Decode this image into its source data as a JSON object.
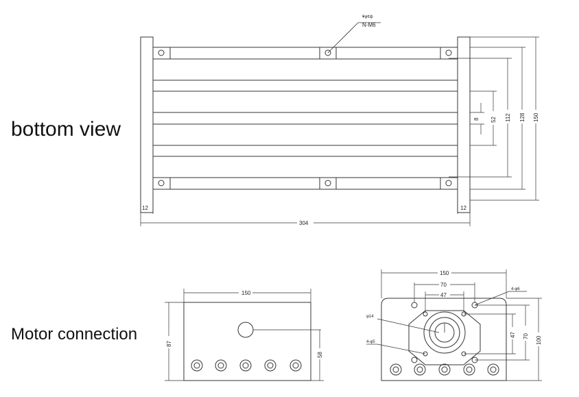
{
  "labels": {
    "bottom_view": "bottom view",
    "motor_connection": "Motor connection"
  },
  "bottom_view": {
    "note_top": "¥φ¢ф",
    "note_thread": "N-M6",
    "dim_width": "304",
    "dim_left_rail": "12",
    "dim_right_rail": "12",
    "dim_slot": "8",
    "dim_inner": "52",
    "dim_holes": "112",
    "dim_plate": "128",
    "dim_total": "150"
  },
  "motor_side": {
    "dim_width": "150",
    "dim_height": "87",
    "dim_center": "58"
  },
  "motor_front": {
    "dim_width": "150",
    "dim_pcd_outer": "70",
    "dim_pcd_inner": "47",
    "dim_height": "100",
    "dim_vert_outer": "70",
    "dim_vert_inner": "47",
    "note_holes_6": "4-φ6",
    "note_shaft": "φ14",
    "note_holes_5": "4-φ5"
  },
  "colors": {
    "line": "#333333",
    "background": "#ffffff"
  }
}
